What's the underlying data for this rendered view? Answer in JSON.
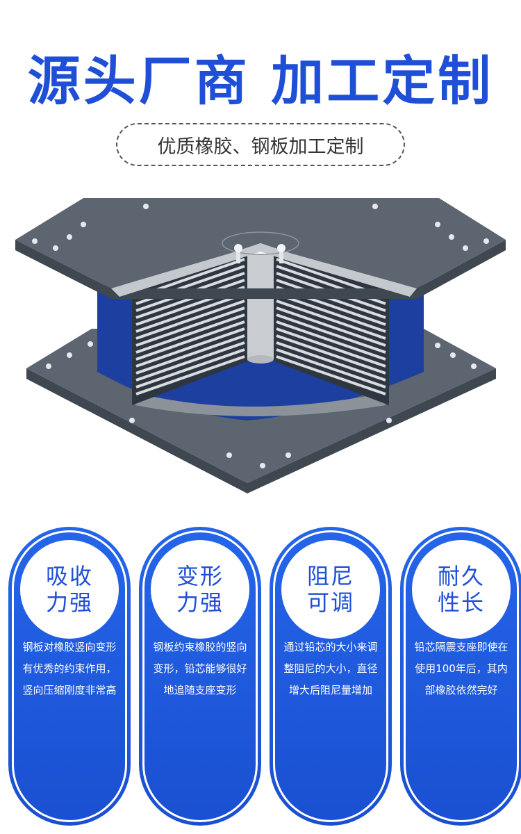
{
  "headline": "源头厂商 加工定制",
  "subtitle": "优质橡胶、钢板加工定制",
  "features": [
    {
      "title": "吸收力强",
      "desc": "钢板对橡胶竖向变形有优秀的约束作用，竖向压缩刚度非常高"
    },
    {
      "title": "变形力强",
      "desc": "钢板约束橡胶的竖向变形，铅芯能够很好地追随支座变形"
    },
    {
      "title": "阻尼可调",
      "desc": "通过铅芯的大小来调整阻尼的大小，直径增大后阻尼量增加"
    },
    {
      "title": "耐久性长",
      "desc": "铅芯隔震支座即使在使用100年后，其内部橡胶依然完好"
    }
  ],
  "colors": {
    "brand_blue": "#1f4fd6",
    "steel_gray": "#5b6570",
    "rubber_blue": "#1d3f9f"
  }
}
